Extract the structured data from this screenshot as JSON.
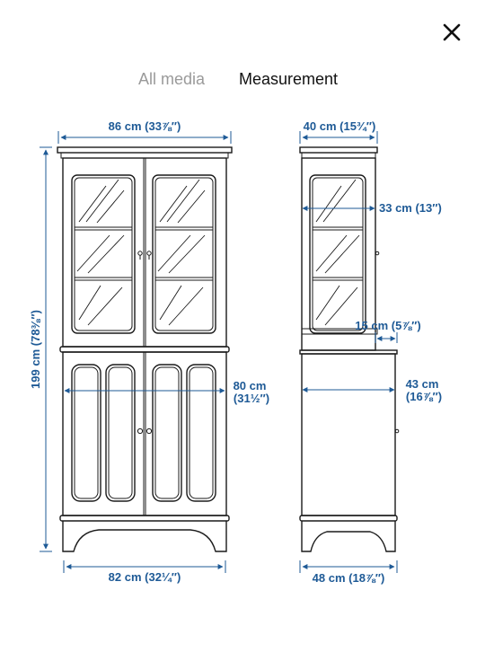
{
  "close_icon": "close-icon",
  "tabs": [
    {
      "label": "All media",
      "active": false
    },
    {
      "label": "Measurement",
      "active": true
    }
  ],
  "accent_color": "#1e5a96",
  "dimensions": {
    "front_top_width": "86 cm (33⅞″)",
    "front_inner_width_cm": "80 cm",
    "front_inner_width_in": "(31½″)",
    "front_bottom_width": "82 cm (32¼″)",
    "height": "199 cm (78⅜″)",
    "side_top_depth": "40 cm (15¾″)",
    "side_upper_depth": "33 cm (13″)",
    "side_shelf_depth": "15 cm (5⅞″)",
    "side_lower_depth_cm": "43 cm",
    "side_lower_depth_in": "(16⅞″)",
    "side_bottom_depth": "48 cm (18⅞″)"
  }
}
